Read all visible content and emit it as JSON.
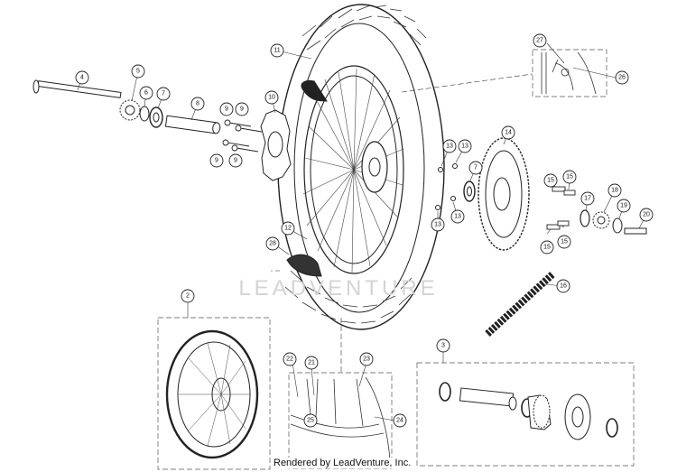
{
  "watermark": "LEADVENTURE",
  "credit": "Rendered by LeadVenture, Inc.",
  "callouts": [
    {
      "id": "c1",
      "label": "2"
    },
    {
      "id": "c2",
      "label": "3"
    },
    {
      "id": "c3",
      "label": "4"
    },
    {
      "id": "c4",
      "label": "5"
    },
    {
      "id": "c5",
      "label": "6"
    },
    {
      "id": "c6",
      "label": "7"
    },
    {
      "id": "c7",
      "label": "7"
    },
    {
      "id": "c8",
      "label": "8"
    },
    {
      "id": "c9",
      "label": "9"
    },
    {
      "id": "c10",
      "label": "9"
    },
    {
      "id": "c11",
      "label": "9"
    },
    {
      "id": "c12",
      "label": "9"
    },
    {
      "id": "c13",
      "label": "10"
    },
    {
      "id": "c14",
      "label": "11"
    },
    {
      "id": "c15",
      "label": "12"
    },
    {
      "id": "c16",
      "label": "13"
    },
    {
      "id": "c17",
      "label": "13"
    },
    {
      "id": "c18",
      "label": "13"
    },
    {
      "id": "c19",
      "label": "13"
    },
    {
      "id": "c20",
      "label": "14"
    },
    {
      "id": "c21",
      "label": "15"
    },
    {
      "id": "c22",
      "label": "15"
    },
    {
      "id": "c23",
      "label": "15"
    },
    {
      "id": "c24",
      "label": "15"
    },
    {
      "id": "c25",
      "label": "16"
    },
    {
      "id": "c26",
      "label": "17"
    },
    {
      "id": "c27",
      "label": "18"
    },
    {
      "id": "c28",
      "label": "19"
    },
    {
      "id": "c29",
      "label": "20"
    },
    {
      "id": "c30",
      "label": "21"
    },
    {
      "id": "c31",
      "label": "22"
    },
    {
      "id": "c32",
      "label": "23"
    },
    {
      "id": "c33",
      "label": "24"
    },
    {
      "id": "c34",
      "label": "25"
    },
    {
      "id": "c35",
      "label": "26"
    },
    {
      "id": "c36",
      "label": "27"
    },
    {
      "id": "c37",
      "label": "28"
    }
  ]
}
